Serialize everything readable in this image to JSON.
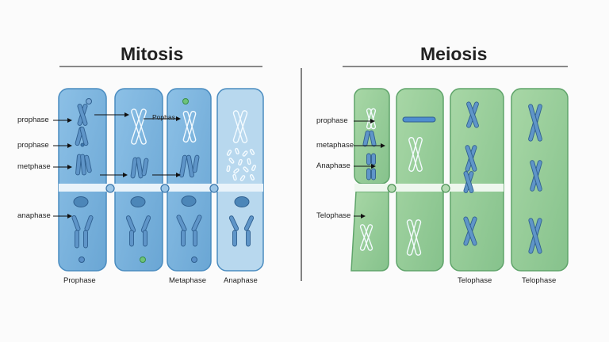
{
  "mitosis": {
    "title": "Mitosis",
    "side_labels": [
      "prophase",
      "prophase",
      "metphase",
      "anaphase"
    ],
    "inline_label": "Pophas",
    "bottom_labels": [
      "Prophase",
      "Metaphase",
      "Anaphase"
    ]
  },
  "meiosis": {
    "title": "Meiosis",
    "side_labels": [
      "prophase",
      "metaphase",
      "Anaphase",
      "Telophase"
    ],
    "bottom_labels": [
      "Telophase",
      "Telophase"
    ]
  },
  "colors": {
    "mitosis_cell_fill": "#7fb6de",
    "mitosis_cell_stroke": "#4a8cc0",
    "meiosis_cell_fill": "#9ccf9c",
    "meiosis_cell_stroke": "#5fa46a",
    "chromosome_fill": "#5f95c8",
    "chromosome_stroke": "#2f5f8f",
    "nucleus_fill": "#4c86b8",
    "green_dot": "#4fae5a"
  }
}
